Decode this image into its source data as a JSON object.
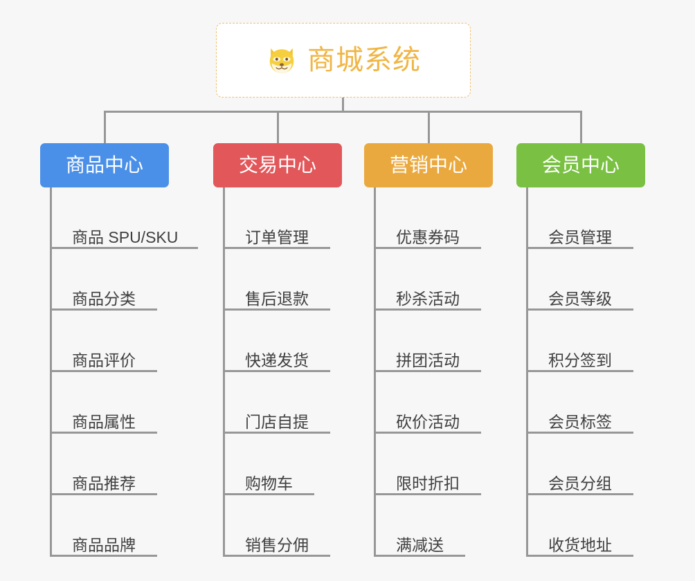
{
  "diagram": {
    "title": "商城系统",
    "root_icon": "shiba-dog-face-icon",
    "background_color": "#f7f7f7",
    "line_color": "#979797",
    "root": {
      "label": "商城系统",
      "text_color": "#f0b544",
      "border_color": "#efbf6e",
      "background_color": "#ffffff"
    },
    "columns": [
      {
        "id": "product-center",
        "label": "商品中心",
        "color": "#4a90e8",
        "items": [
          "商品 SPU/SKU",
          "商品分类",
          "商品评价",
          "商品属性",
          "商品推荐",
          "商品品牌"
        ]
      },
      {
        "id": "trade-center",
        "label": "交易中心",
        "color": "#e2575a",
        "items": [
          "订单管理",
          "售后退款",
          "快递发货",
          "门店自提",
          "购物车",
          "销售分佣"
        ]
      },
      {
        "id": "marketing-center",
        "label": "营销中心",
        "color": "#eaa93e",
        "items": [
          "优惠券码",
          "秒杀活动",
          "拼团活动",
          "砍价活动",
          "限时折扣",
          "满减送"
        ]
      },
      {
        "id": "member-center",
        "label": "会员中心",
        "color": "#7ac143",
        "items": [
          "会员管理",
          "会员等级",
          "积分签到",
          "会员标签",
          "会员分组",
          "收货地址"
        ]
      }
    ]
  }
}
